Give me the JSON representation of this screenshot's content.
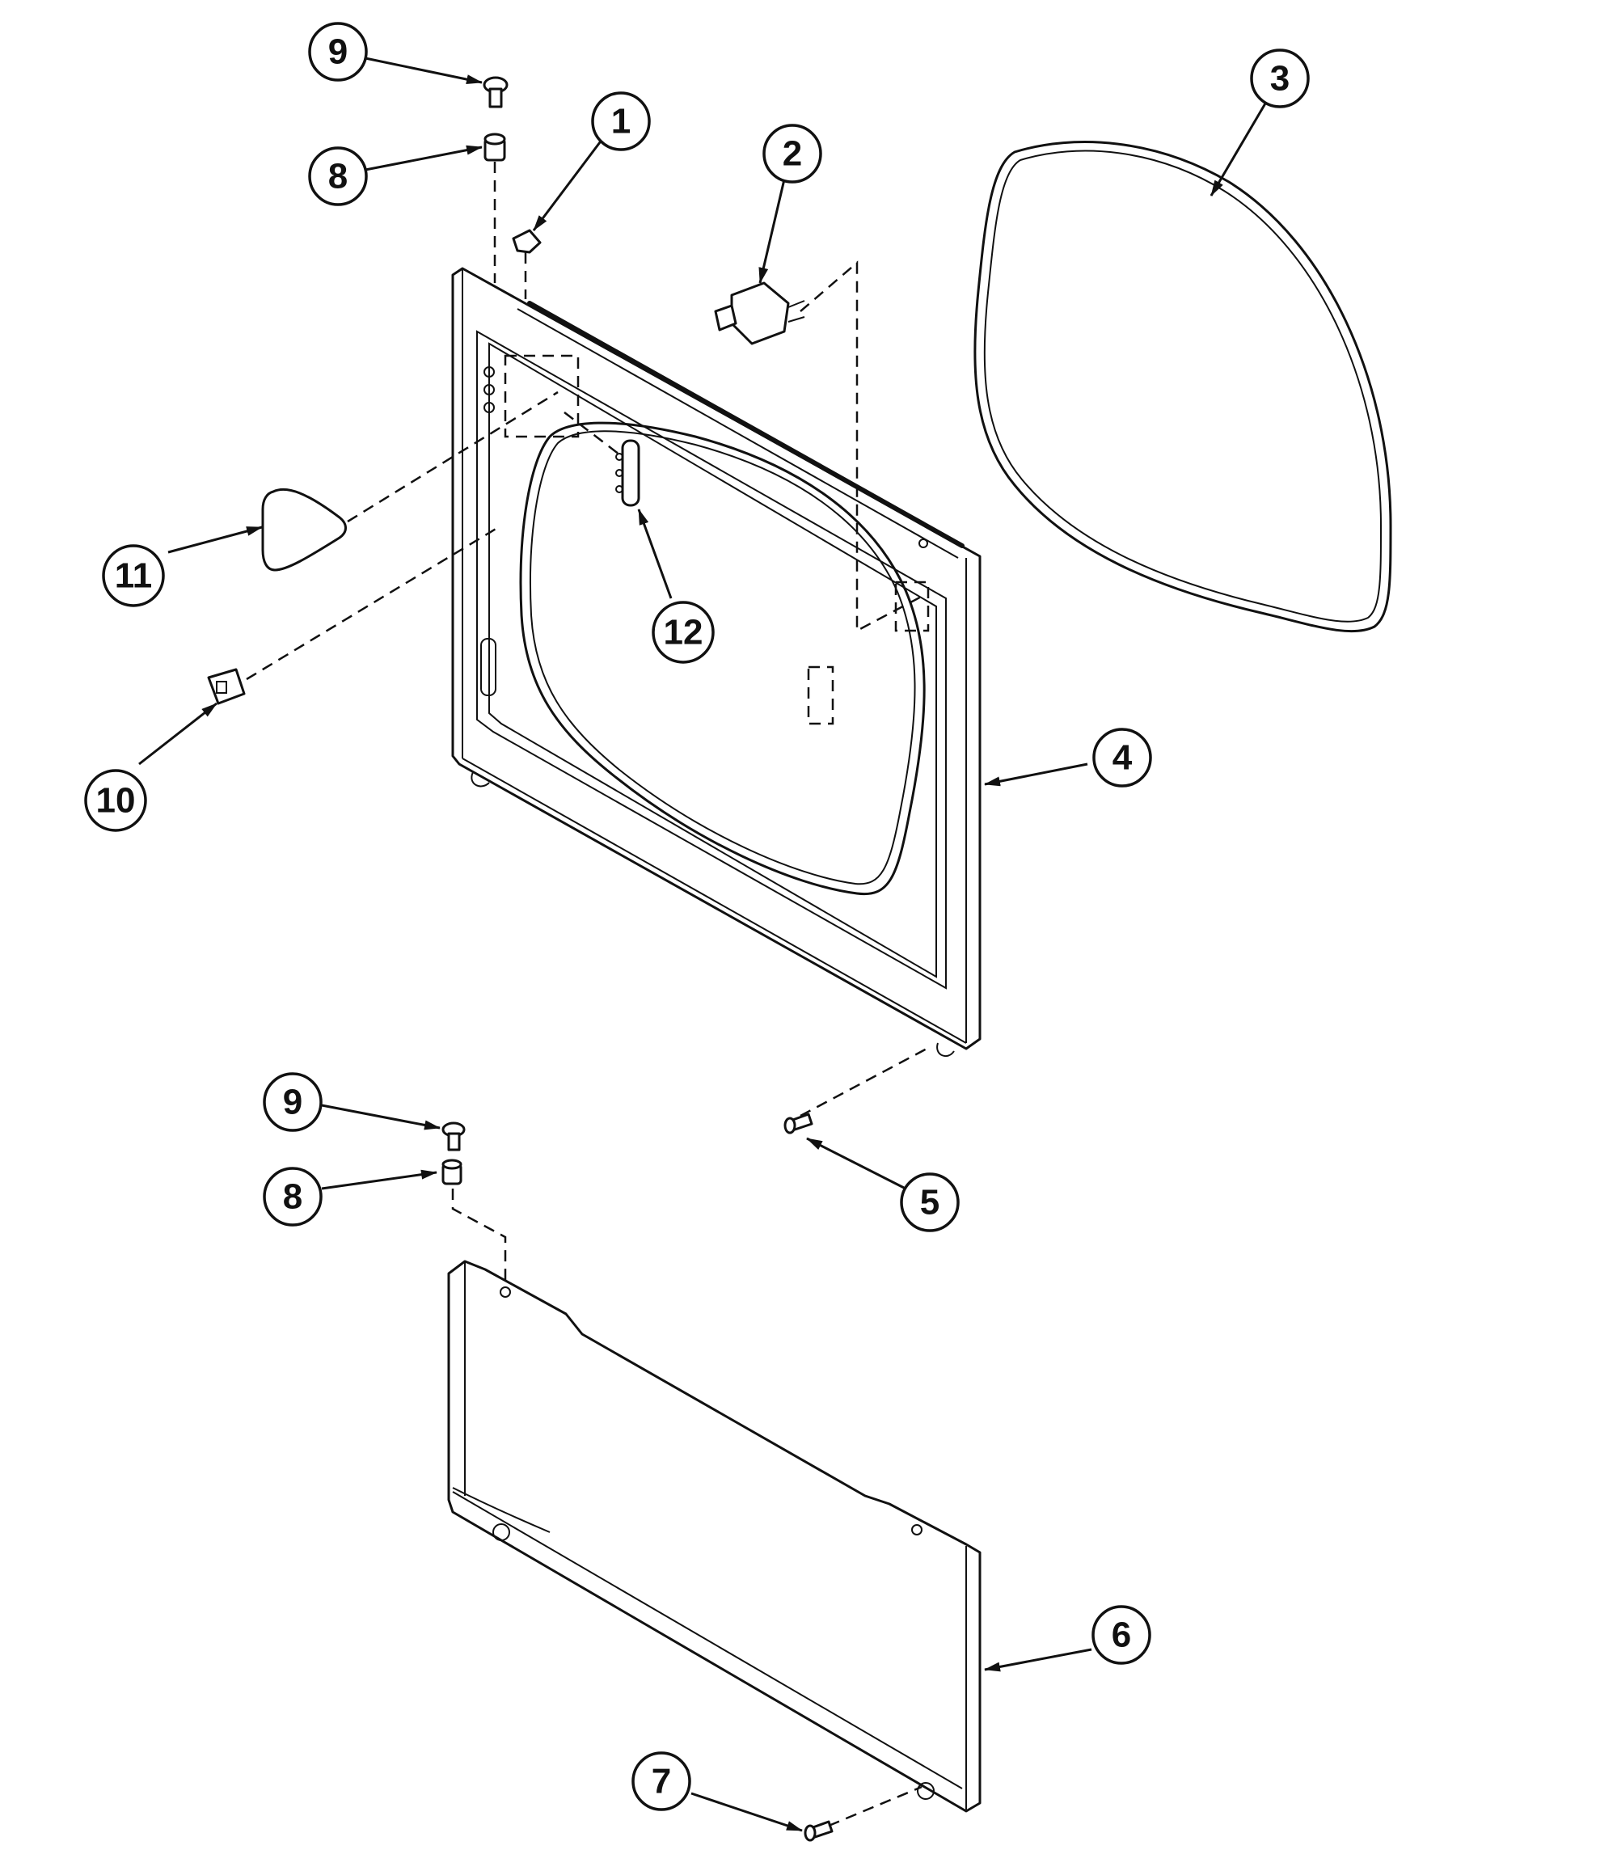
{
  "callouts": [
    {
      "key": "c9a",
      "number": "9",
      "part": "screw"
    },
    {
      "key": "c8a",
      "number": "8",
      "part": "spacer"
    },
    {
      "key": "c1",
      "number": "1",
      "part": "door-catch-clip"
    },
    {
      "key": "c2",
      "number": "2",
      "part": "door-switch"
    },
    {
      "key": "c3",
      "number": "3",
      "part": "door-seal"
    },
    {
      "key": "c11",
      "number": "11",
      "part": "light-lens"
    },
    {
      "key": "c12",
      "number": "12",
      "part": "door-strike"
    },
    {
      "key": "c10",
      "number": "10",
      "part": "door-catch"
    },
    {
      "key": "c4",
      "number": "4",
      "part": "front-panel"
    },
    {
      "key": "c9b",
      "number": "9",
      "part": "screw"
    },
    {
      "key": "c8b",
      "number": "8",
      "part": "spacer"
    },
    {
      "key": "c5",
      "number": "5",
      "part": "screw"
    },
    {
      "key": "c6",
      "number": "6",
      "part": "lower-kick-panel"
    },
    {
      "key": "c7",
      "number": "7",
      "part": "screw"
    }
  ],
  "colors": {
    "line": "#111111",
    "background": "#ffffff"
  }
}
